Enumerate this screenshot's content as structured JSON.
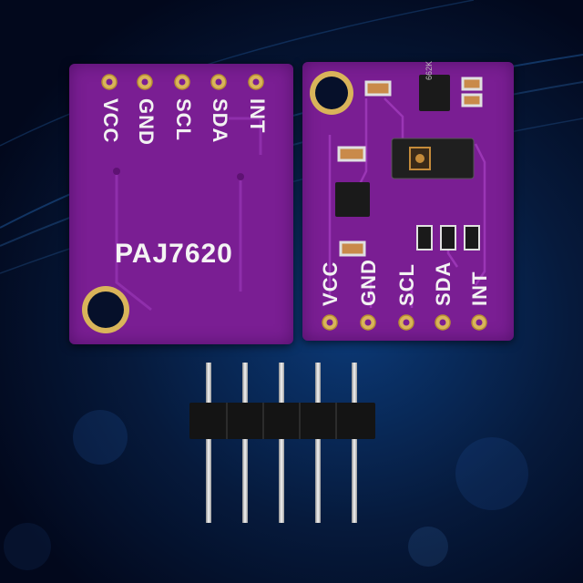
{
  "board_back": {
    "pins": [
      "VCC",
      "GND",
      "SCL",
      "SDA",
      "INT"
    ],
    "chip_name": "PAJ7620"
  },
  "board_front": {
    "pins": [
      "VCC",
      "GND",
      "SCL",
      "SDA",
      "INT"
    ],
    "ic_marking": "662K"
  },
  "header": {
    "pin_count": 5
  },
  "colors": {
    "pcb": "#7a1e93",
    "silkscreen": "#f2f2f2",
    "pad_gold": "#d9b45a",
    "background": "#061a3c"
  }
}
